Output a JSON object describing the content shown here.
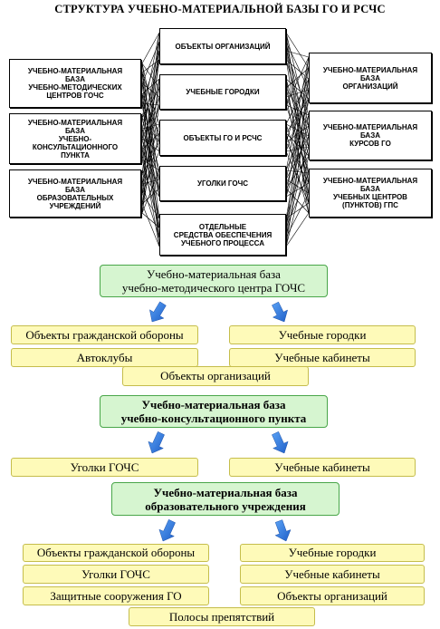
{
  "title": "СТРУКТУРА УЧЕБНО-МАТЕРИАЛЬНОЙ БАЗЫ ГО И РСЧС",
  "top_diagram": {
    "left": [
      "УЧЕБНО-МАТЕРИАЛЬНАЯ\nБАЗА\nУЧЕБНО-МЕТОДИЧЕСКИХ\nЦЕНТРОВ ГОЧС",
      "УЧЕБНО-МАТЕРИАЛЬНАЯ\nБАЗА\nУЧЕБНО-\nКОНСУЛЬТАЦИОННОГО\nПУНКТА",
      "УЧЕБНО-МАТЕРИАЛЬНАЯ\nБАЗА\nОБРАЗОВАТЕЛЬНЫХ\nУЧРЕЖДЕНИЙ"
    ],
    "center": [
      "ОБЪЕКТЫ ОРГАНИЗАЦИЙ",
      "УЧЕБНЫЕ ГОРОДКИ",
      "ОБЪЕКТЫ ГО и РСЧС",
      "УГОЛКИ ГОЧС",
      "ОТДЕЛЬНЫЕ\nСРЕДСТВА ОБЕСПЕЧЕНИЯ\nУЧЕБНОГО ПРОЦЕССА"
    ],
    "right": [
      "УЧЕБНО-МАТЕРИАЛЬНАЯ\nБАЗА\nОРГАНИЗАЦИЙ",
      "УЧЕБНО-МАТЕРИАЛЬНАЯ\nБАЗА\nКУРСОВ ГО",
      "УЧЕБНО-МАТЕРИАЛЬНАЯ\nБАЗА\nУЧЕБНЫХ ЦЕНТРОВ\n(ПУНКТОВ) ГПС"
    ]
  },
  "section1": {
    "header": "Учебно-материальная база\nучебно-методического центра ГОЧС",
    "left_items": [
      "Объекты гражданской обороны",
      "Автоклубы"
    ],
    "right_items": [
      "Учебные городки",
      "Учебные кабинеты"
    ],
    "bottom_item": "Объекты организаций"
  },
  "section2": {
    "header": "Учебно-материальная база\nучебно-консультационного пункта",
    "left_items": [
      "Уголки ГОЧС"
    ],
    "right_items": [
      "Учебные кабинеты"
    ]
  },
  "section3": {
    "header": "Учебно-материальная база\nобразовательного учреждения",
    "left_items": [
      "Объекты гражданской обороны",
      "Уголки ГОЧС",
      "Защитные сооружения ГО"
    ],
    "right_items": [
      "Учебные городки",
      "Учебные кабинеты",
      "Объекты организаций"
    ],
    "bottom_item": "Полосы препятствий"
  },
  "colors": {
    "green_fill": "#d6f5d0",
    "green_border": "#49a649",
    "yellow_fill": "#fefab9",
    "yellow_border": "#c5bd4c",
    "arrow_blue": "#1f6fd6"
  }
}
